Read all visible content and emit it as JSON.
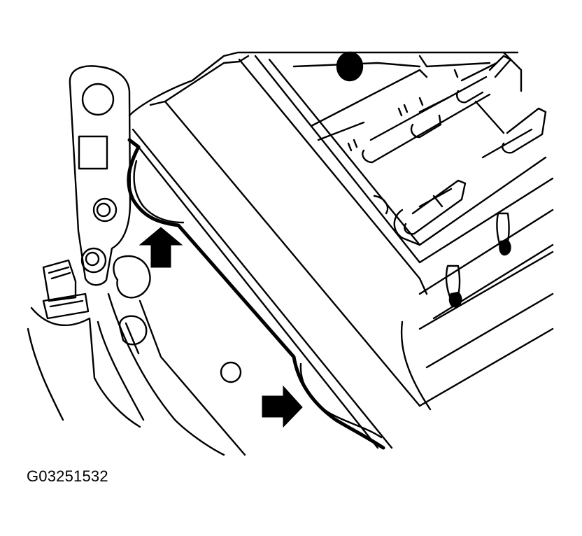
{
  "figure": {
    "id_label": "G03251532",
    "colors": {
      "line": "#000000",
      "background": "#ffffff"
    },
    "callouts": [
      {
        "name": "upper-arrow",
        "points": "up"
      },
      {
        "name": "lower-arrow",
        "points": "right"
      }
    ]
  }
}
